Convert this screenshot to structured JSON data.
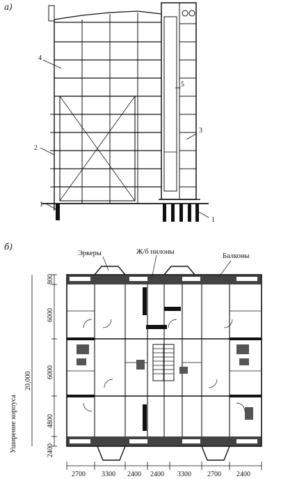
{
  "section": {
    "label": "а)",
    "callouts": [
      "1",
      "2",
      "3",
      "4",
      "5",
      "1"
    ]
  },
  "plan": {
    "label": "б)",
    "callouts": [
      "Эркеры",
      "Ж/б пилоны",
      "Балконы"
    ],
    "bottom_dims": [
      "2700",
      "3300",
      "2400",
      "2400",
      "3300",
      "2700",
      "2400"
    ],
    "left_dims": [
      "800",
      "6000",
      "6000",
      "4800",
      "2400"
    ],
    "total_dim": "20,000",
    "side_note": "Уширение корпуса"
  }
}
